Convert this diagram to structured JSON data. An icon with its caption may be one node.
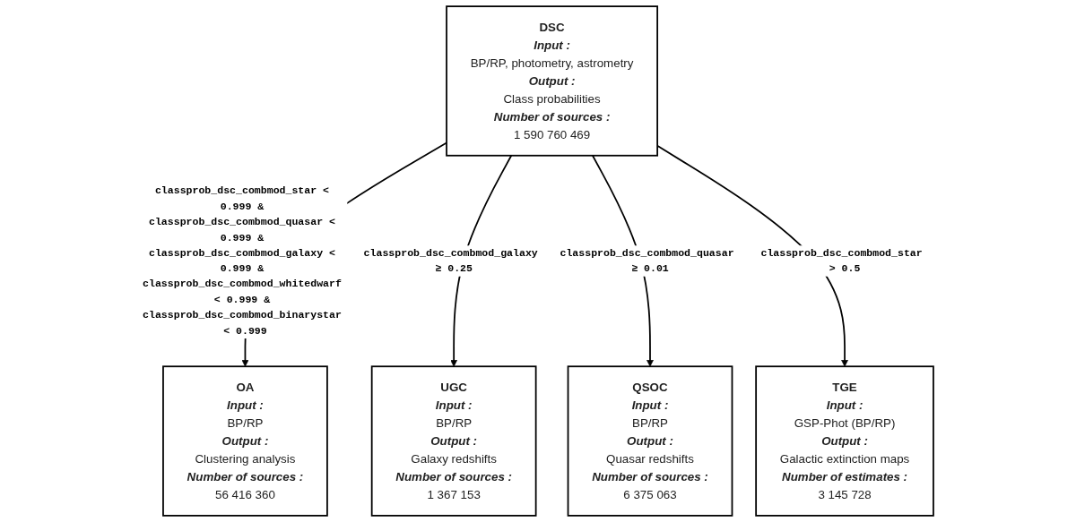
{
  "diagram": {
    "nodes": [
      {
        "text": [
          "DSC",
          "Input :",
          "BP/RP, photometry, astrometry",
          "Output :",
          "Class probabilities",
          "Number of sources :",
          "1 590 760 469"
        ]
      },
      {
        "text": [
          "OA",
          "Input :",
          "BP/RP",
          "Output :",
          "Clustering analysis",
          "Number of sources :",
          "56 416 360"
        ]
      },
      {
        "text": [
          "UGC",
          "Input :",
          "BP/RP",
          "Output :",
          "Galaxy redshifts",
          "Number of sources :",
          "1 367 153"
        ]
      },
      {
        "text": [
          "QSOC",
          "Input :",
          "BP/RP",
          "Output :",
          "Quasar redshifts",
          "Number of sources :",
          "6 375 063"
        ]
      },
      {
        "text": [
          "TGE",
          "Input :",
          "GSP-Phot (BP/RP)",
          "Output :",
          "Galactic extinction maps",
          "Number of estimates :",
          "3 145 728"
        ]
      }
    ],
    "edges": [
      {
        "from": 0,
        "to": 1,
        "arrow": "to",
        "label": "classprob_dsc_combmod_star < 0.999 & classprob_dsc_combmod_quasar < 0.999 & classprob_dsc_combmod_galaxy < 0.999 & classprob_dsc_combmod_whitedwarf < 0.999 & classprob_dsc_combmod_binarystar < 0.999"
      },
      {
        "from": 0,
        "to": 2,
        "arrow": "to",
        "label": "classprob_dsc_combmod_galaxy ≥ 0.25"
      },
      {
        "from": 0,
        "to": 3,
        "arrow": "to",
        "label": "classprob_dsc_combmod_quasar ≥ 0.01"
      },
      {
        "from": 0,
        "to": 4,
        "arrow": "to",
        "label": "classprob_dsc_combmod_star > 0.5"
      }
    ]
  }
}
